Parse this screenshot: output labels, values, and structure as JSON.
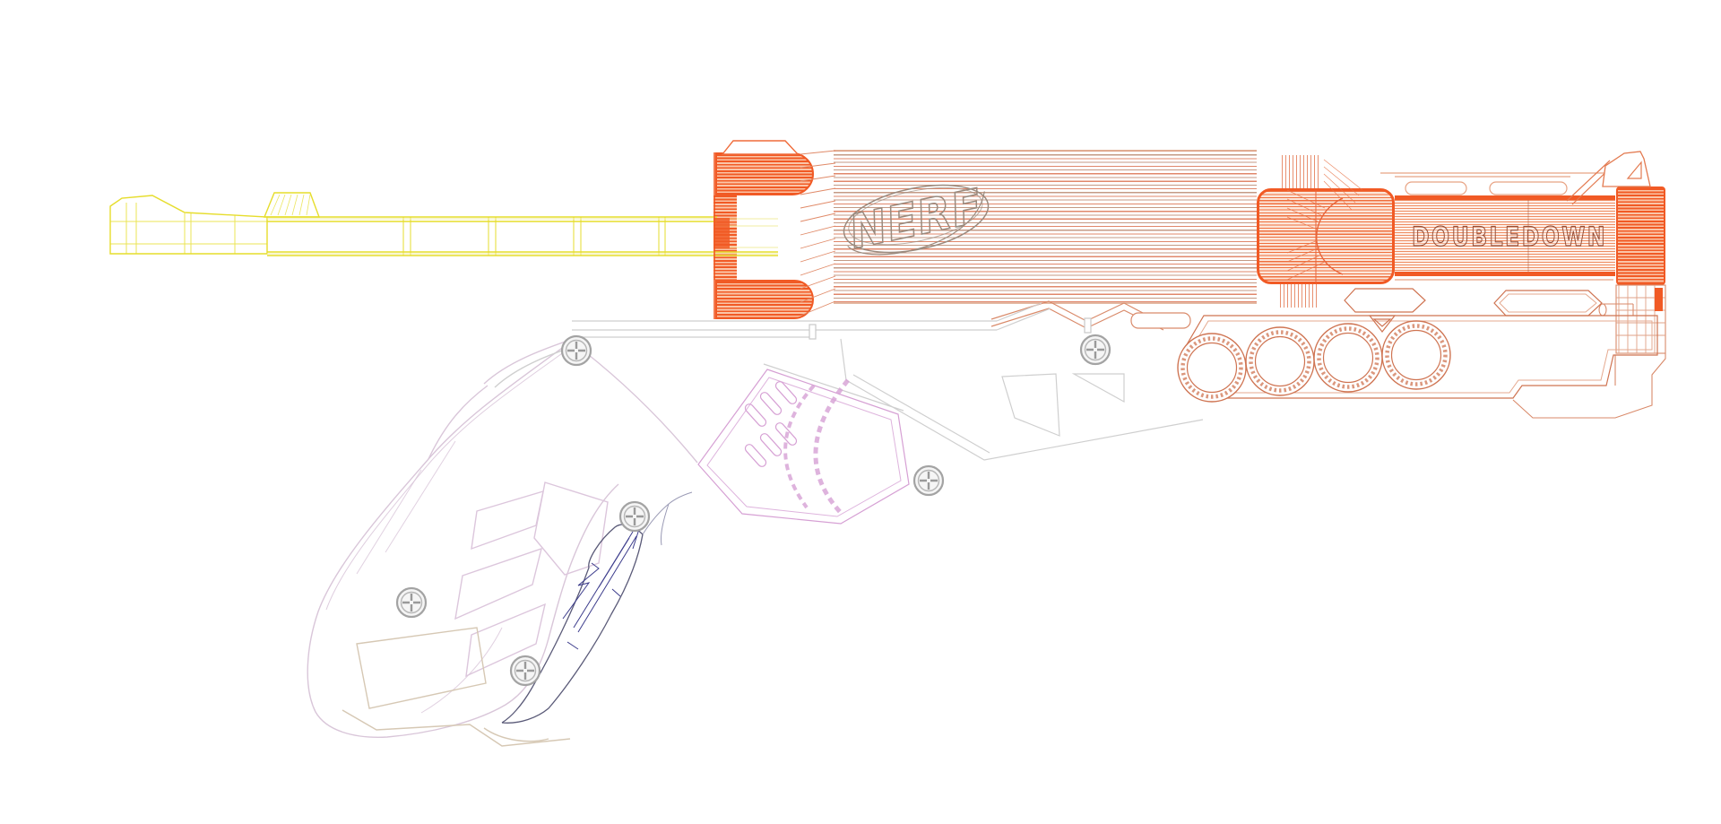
{
  "artwork": {
    "subject": "Wireframe line-art illustration of a Nerf DoubleDown toy blaster, right side view",
    "background_color": "#ffffff"
  },
  "labels": {
    "brand_logo": "NERF",
    "model_name": "DOUBLEDOWN"
  },
  "colors": {
    "orange_bright": "#f15a25",
    "orange_rib_light": "#f0926b",
    "barrel_line_salmon": "#e0876b",
    "barrel_line_tan": "#c49a85",
    "detail_orange": "#cf7452",
    "yellow": "#e6dd2c",
    "yellow_light": "#f2eda2",
    "grip_lavender": "#d9c6d9",
    "vent_pink": "#d6a0d4",
    "trigger_navy": "#3c3c8c",
    "screw_gray": "#9e9e9e",
    "logo_outline": "#9a8a7e",
    "background": "#ffffff"
  },
  "counts": {
    "screws": 6,
    "drum_circles": 4,
    "slide_top_slots": 2,
    "vent_slots": 6
  },
  "parts": [
    {
      "name": "priming-rod",
      "color_key": "yellow"
    },
    {
      "name": "front-muzzle-caps",
      "color_key": "orange_bright"
    },
    {
      "name": "ribbed-barrel",
      "color_key": "barrel_line_salmon"
    },
    {
      "name": "center-hub",
      "color_key": "orange_bright"
    },
    {
      "name": "slide",
      "color_key": "orange_bright"
    },
    {
      "name": "rear-cap",
      "color_key": "orange_bright"
    },
    {
      "name": "drum-detail-circles",
      "color_key": "detail_orange"
    },
    {
      "name": "lower-tray",
      "color_key": "detail_orange"
    },
    {
      "name": "grip",
      "color_key": "grip_lavender"
    },
    {
      "name": "trigger-guard",
      "color_key": "trigger_navy"
    },
    {
      "name": "vent-panel",
      "color_key": "vent_pink"
    },
    {
      "name": "screws",
      "color_key": "screw_gray"
    }
  ]
}
